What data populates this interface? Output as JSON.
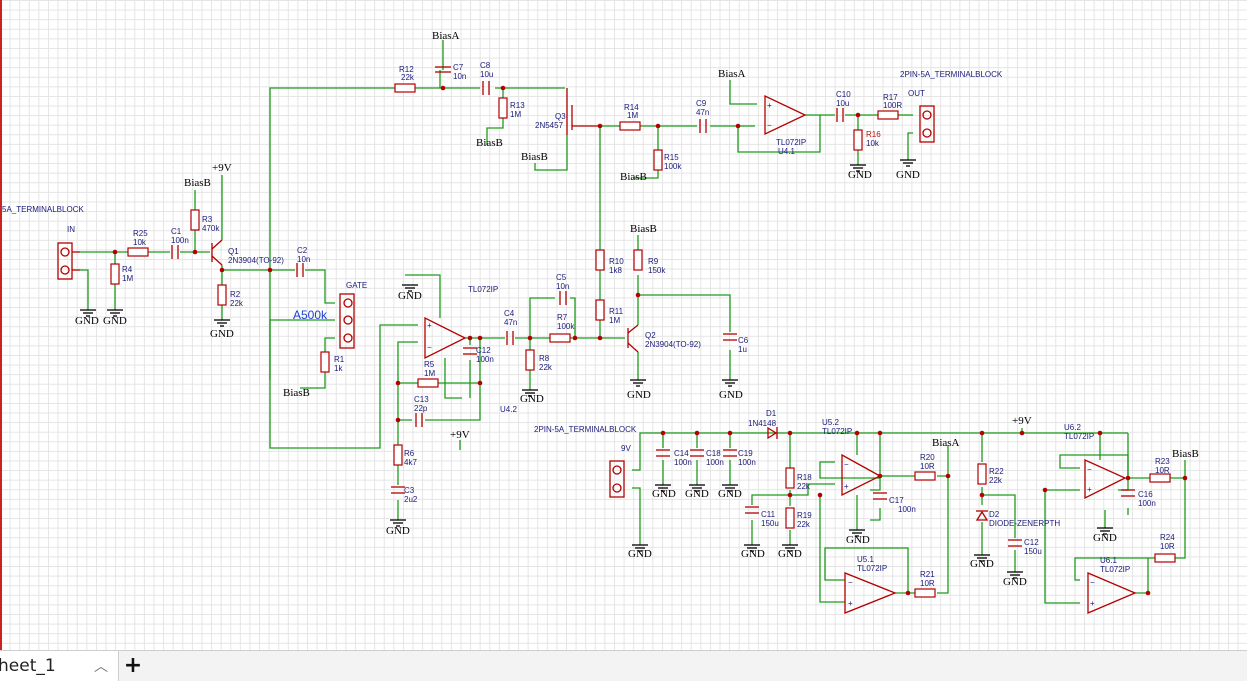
{
  "sheet_tab": {
    "label": "heet_1",
    "chevron_icon": "chevron-up-icon",
    "add_icon": "plus-icon",
    "add_label": "+"
  },
  "labels": {
    "r12": "R12",
    "r12v": "22k",
    "c7": "C7",
    "c7v": "10n",
    "c8": "C8",
    "c8v": "10u",
    "r13": "R13",
    "r13v": "1M",
    "q3": "Q3",
    "q3v": "2N5457",
    "r14": "R14",
    "r14v": "1M",
    "c9": "C9",
    "c9v": "47n",
    "r15": "R15",
    "r15v": "100k",
    "u41": "U4.1",
    "u41v": "TL072IP",
    "c10": "C10",
    "c10v": "10u",
    "r17": "R17",
    "r17v": "100R",
    "r16": "R16",
    "r16v": "10k",
    "tb_out": "2PIN-5A_TERMINALBLOCK",
    "out": "OUT",
    "tb_in": "5A_TERMINALBLOCK",
    "in": "IN",
    "r25": "R25",
    "r25v": "10k",
    "c1": "C1",
    "c1v": "100n",
    "r3": "R3",
    "r3v": "470k",
    "r4": "R4",
    "r4v": "1M",
    "q1": "Q1",
    "q1v": "2N3904(TO-92)",
    "r2": "R2",
    "r2v": "22k",
    "c2": "C2",
    "c2v": "10n",
    "gate": "GATE",
    "a500k": "A500k",
    "r1": "R1",
    "r1v": "1k",
    "u42v": "TL072IP",
    "u42": "U4.2",
    "c12": "C12",
    "c12v": "100n",
    "r5": "R5",
    "r5v": "1M",
    "c13": "C13",
    "c13v": "22p",
    "r6": "R6",
    "r6v": "4k7",
    "c3": "C3",
    "c3v": "2u2",
    "c4": "C4",
    "c4v": "47n",
    "r8": "R8",
    "r8v": "22k",
    "c5": "C5",
    "c5v": "10n",
    "r7": "R7",
    "r7v": "100k",
    "r10": "R10",
    "r10v": "1k8",
    "r9": "R9",
    "r9v": "150k",
    "r11": "R11",
    "r11v": "1M",
    "q2": "Q2",
    "q2v": "2N3904(TO-92)",
    "c6": "C6",
    "c6v": "1u",
    "tb_9v": "2PIN-5A_TERMINALBLOCK",
    "v9": "9V",
    "c14": "C14",
    "c14v": "100n",
    "c18": "C18",
    "c18v": "100n",
    "c19": "C19",
    "c19v": "100n",
    "d1": "D1",
    "d1v": "1N4148",
    "u52": "U5.2",
    "u52v": "TL072IP",
    "r18": "R18",
    "r18v": "22k",
    "r19": "R19",
    "r19v": "22k",
    "c11": "C11",
    "c11v": "150u",
    "r20": "R20",
    "r20v": "10R",
    "c17": "C17",
    "c17v": "100n",
    "u51": "U5.1",
    "u51v": "TL072IP",
    "r21": "R21",
    "r21v": "10R",
    "r22": "R22",
    "r22v": "22k",
    "d2": "D2",
    "d2v": "DIODE-ZENERPTH",
    "c12b": "C12",
    "c12bv": "150u",
    "u62": "U6.2",
    "u62v": "TL072IP",
    "c16": "C16",
    "c16v": "100n",
    "r23": "R23",
    "r23v": "10R",
    "r24": "R24",
    "r24v": "10R",
    "u61": "U6.1",
    "u61v": "TL072IP"
  },
  "nets": {
    "biasA": "BiasA",
    "biasB": "BiasB",
    "gnd": "GND",
    "p9v": "+9V"
  }
}
